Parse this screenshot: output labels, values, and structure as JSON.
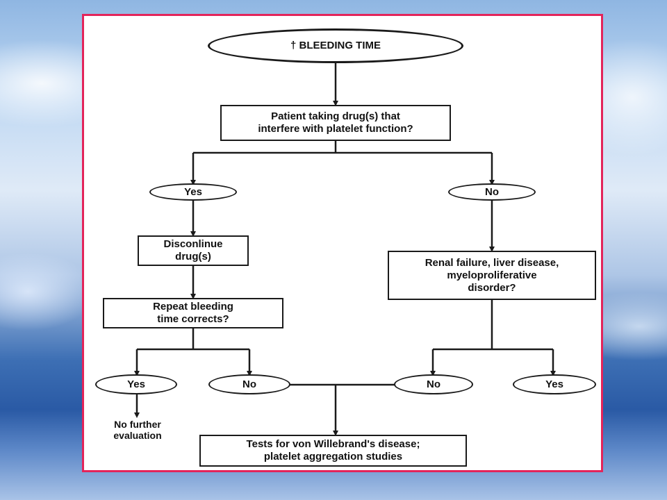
{
  "flowchart": {
    "start": "† BLEEDING TIME",
    "q_drugs": "Patient taking drug(s) that\ninterfere with platelet function?",
    "yes_left": "Yes",
    "no_right": "No",
    "discontinue": "Disconlinue\ndrug(s)",
    "repeat": "Repeat bleeding\ntime corrects?",
    "renal": "Renal failure, liver disease,\nmyeloproliferative\ndisorder?",
    "yes_bottom_left": "Yes",
    "no_bottom_left": "No",
    "no_bottom_right": "No",
    "yes_bottom_right": "Yes",
    "no_further": "No further\nevaluation",
    "tests": "Tests for von Willebrand's disease;\nplatelet aggregation studies"
  },
  "colors": {
    "frame_border": "#e3245a",
    "line": "#1a1a1a"
  }
}
